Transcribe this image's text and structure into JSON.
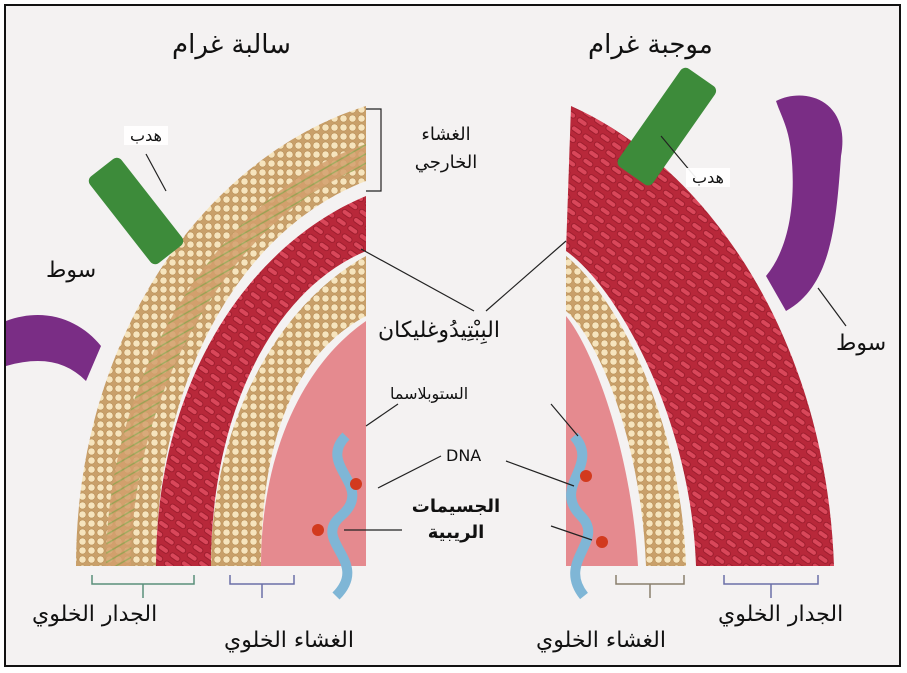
{
  "headers": {
    "gram_negative": "سالبة غرام",
    "gram_positive": "موجبة غرام"
  },
  "labels": {
    "pili_left": "هدب",
    "pili_right": "هدب",
    "flagellum_left": "سوط",
    "flagellum_right": "سوط",
    "outer_membrane_line1": "الغشاء",
    "outer_membrane_line2": "الخارجي",
    "peptidoglycan": "البِبْتِيدُوغليكان",
    "cytoplasm": "الستوبلاسما",
    "dna": "DNA",
    "ribosomes_line1": "الجسيمات",
    "ribosomes_line2": "الريبية",
    "cell_wall_left": "الجدار الخلوي",
    "cell_membrane_left": "الغشاء الخلوي",
    "cell_membrane_right": "الغشاء الخلوي",
    "cell_wall_right": "الجدار الخلوي"
  },
  "colors": {
    "lipid_bead": "#f3deb0",
    "wall_red": "#c7303f",
    "cytoplasm_pink": "#e58a8f",
    "pili_green": "#3d8b3a",
    "flagellum_purple": "#7a2d85",
    "dna_blue": "#7fb6d6",
    "ribosome_red": "#d23a1e"
  }
}
